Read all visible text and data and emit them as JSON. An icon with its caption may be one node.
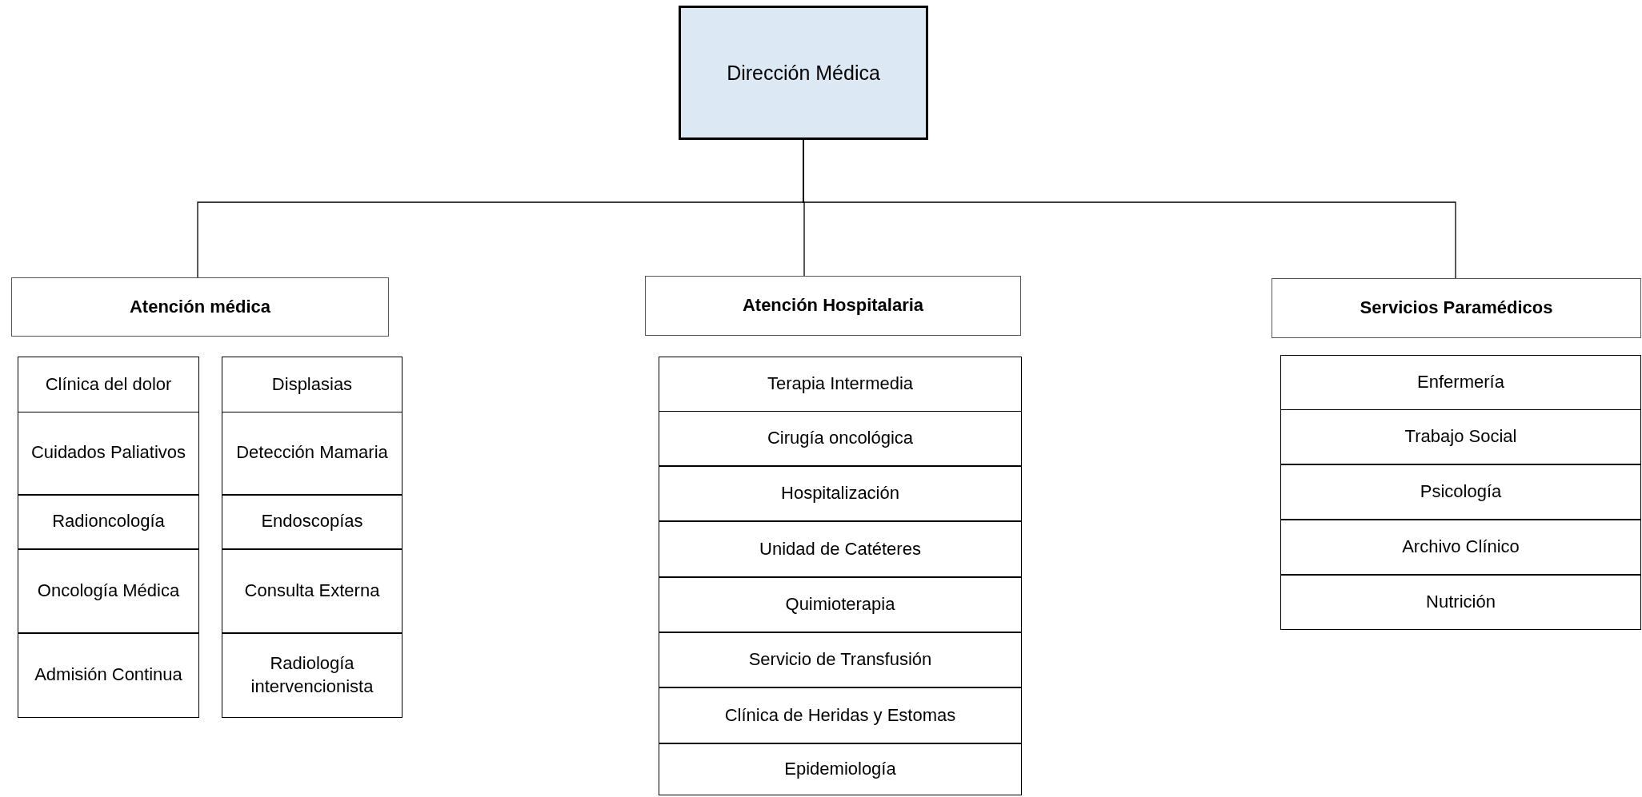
{
  "diagram": {
    "nodes": [
      {
        "text": [
          "Dirección Médica"
        ]
      },
      {
        "text": [
          "Atención médica"
        ]
      },
      {
        "text": [
          "Atención Hospitalaria"
        ]
      },
      {
        "text": [
          "Servicios Paramédicos"
        ]
      },
      {
        "text": [
          "Clínica del dolor"
        ]
      },
      {
        "text": [
          "Cuidados Paliativos"
        ]
      },
      {
        "text": [
          "Radioncología"
        ]
      },
      {
        "text": [
          "Oncología Médica"
        ]
      },
      {
        "text": [
          "Admisión Continua"
        ]
      },
      {
        "text": [
          "Displasias"
        ]
      },
      {
        "text": [
          "Detección Mamaria"
        ]
      },
      {
        "text": [
          "Endoscopías"
        ]
      },
      {
        "text": [
          "Consulta Externa"
        ]
      },
      {
        "text": [
          "Radiología intervencionista"
        ]
      },
      {
        "text": [
          "Terapia Intermedia"
        ]
      },
      {
        "text": [
          "Cirugía oncológica"
        ]
      },
      {
        "text": [
          "Hospitalización"
        ]
      },
      {
        "text": [
          "Unidad de Catéteres"
        ]
      },
      {
        "text": [
          "Quimioterapia"
        ]
      },
      {
        "text": [
          "Servicio de Transfusión"
        ]
      },
      {
        "text": [
          "Clínica de Heridas y Estomas"
        ]
      },
      {
        "text": [
          "Epidemiología"
        ]
      },
      {
        "text": [
          "Enfermería"
        ]
      },
      {
        "text": [
          "Trabajo Social"
        ]
      },
      {
        "text": [
          "Psicología"
        ]
      },
      {
        "text": [
          "Archivo Clínico"
        ]
      },
      {
        "text": [
          "Nutrición"
        ]
      }
    ],
    "edges": [
      {
        "from": 0,
        "to": 1,
        "arrow": "none"
      },
      {
        "from": 0,
        "to": 2,
        "arrow": "none"
      },
      {
        "from": 0,
        "to": 3,
        "arrow": "none"
      }
    ]
  }
}
